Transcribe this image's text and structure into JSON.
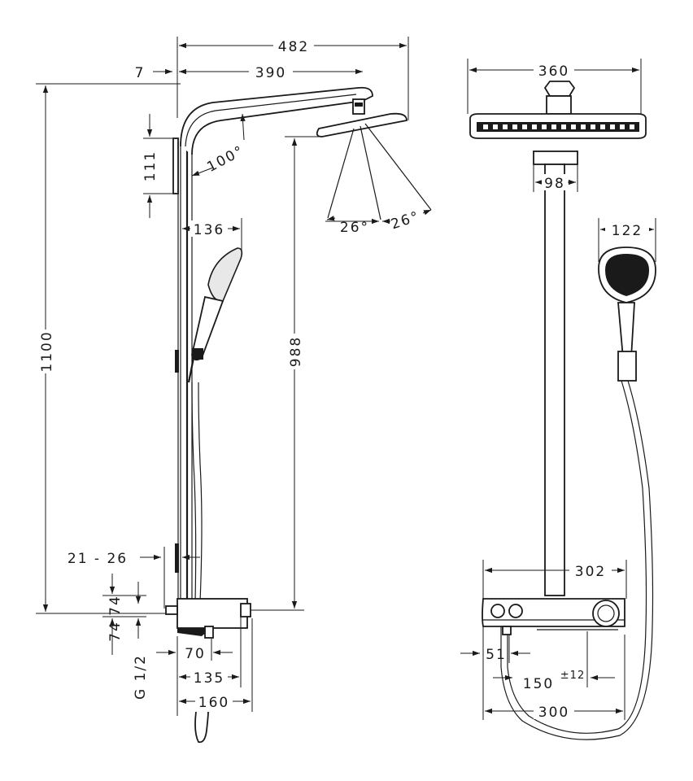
{
  "side_view": {
    "dim_total_reach": "482",
    "dim_wall_offset": "7",
    "dim_arm_reach": "390",
    "dim_total_height": "1100",
    "dim_bracket_height": "111",
    "dim_arm_angle": "100°",
    "dim_spray_left": "26°",
    "dim_spray_right": "26°",
    "dim_handshower_reach": "136",
    "dim_head_height": "988",
    "dim_pipe_clearance": "21 - 26",
    "dim_inlet_height_a": "74",
    "dim_inlet_height_b": "74",
    "dim_thread": "G 1/2",
    "dim_depth_a": "70",
    "dim_depth_b": "135",
    "dim_depth_c": "160"
  },
  "front_view": {
    "dim_head_width": "360",
    "dim_connector_width": "98",
    "dim_handshower_width": "122",
    "dim_thermostat_width": "302",
    "dim_outlet_offset": "51",
    "dim_inlet_spacing": "150",
    "dim_inlet_tolerance": "±12",
    "dim_mount_width": "300"
  }
}
